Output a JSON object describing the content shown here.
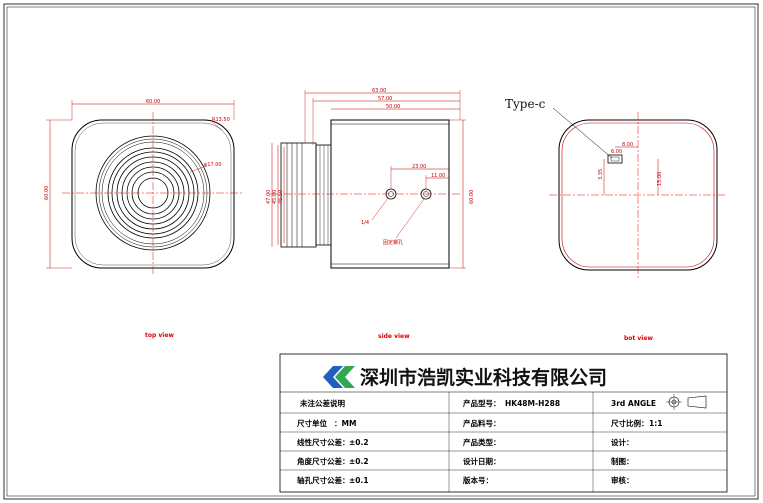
{
  "views": {
    "top_label": "top view",
    "side_label": "side view",
    "bot_label": "bot view"
  },
  "top_view": {
    "width_dim": "60.00",
    "height_dim": "60.00",
    "corner_dim": "R13.50",
    "diameter_dim": "φ17.00"
  },
  "side_view": {
    "dim_top1": "63.00",
    "dim_top2": "57.00",
    "dim_top3": "50.00",
    "dim_left1": "47.00",
    "dim_left2": "45.00",
    "dim_left3": "45.50",
    "dim_right": "60.00",
    "dim_inner1": "23.00",
    "dim_inner2": "11.00",
    "hole_label": "1/4",
    "hole_label2": "固定螺孔"
  },
  "bot_view": {
    "callout": "Type-c",
    "dim_w": "8.00",
    "dim_small": "6.00",
    "dim_h": "3.35",
    "dim_h2": "15.00"
  },
  "title_block": {
    "company": "深圳市浩凯实业科技有限公司",
    "tolerance_title": "未注公差说明",
    "unit_label": "尺寸单位",
    "unit_value": "：MM",
    "linear_label": "线性尺寸公差：",
    "linear_value": "±0.2",
    "angle_label": "角度尺寸公差：",
    "angle_value": "±0.2",
    "hole_label": "轴孔尺寸公差：",
    "hole_value": "±0.1",
    "model_label": "产品型号：",
    "model_value": "HK48M-H288",
    "material_label": "产品料号：",
    "type_label": "产品类型：",
    "date_label": "设计日期：",
    "version_label": "版本号：",
    "angle_proj": "3rd ANGLE",
    "scale_label": "尺寸比例：",
    "scale_value": "1:1",
    "design_label": "设计：",
    "draw_label": "制图：",
    "review_label": "审核："
  },
  "colors": {
    "outline": "#000000",
    "dimension": "#c00000",
    "centerline": "#ff0000",
    "logo_blue": "#1f5fbf",
    "logo_green": "#2fa84f"
  }
}
